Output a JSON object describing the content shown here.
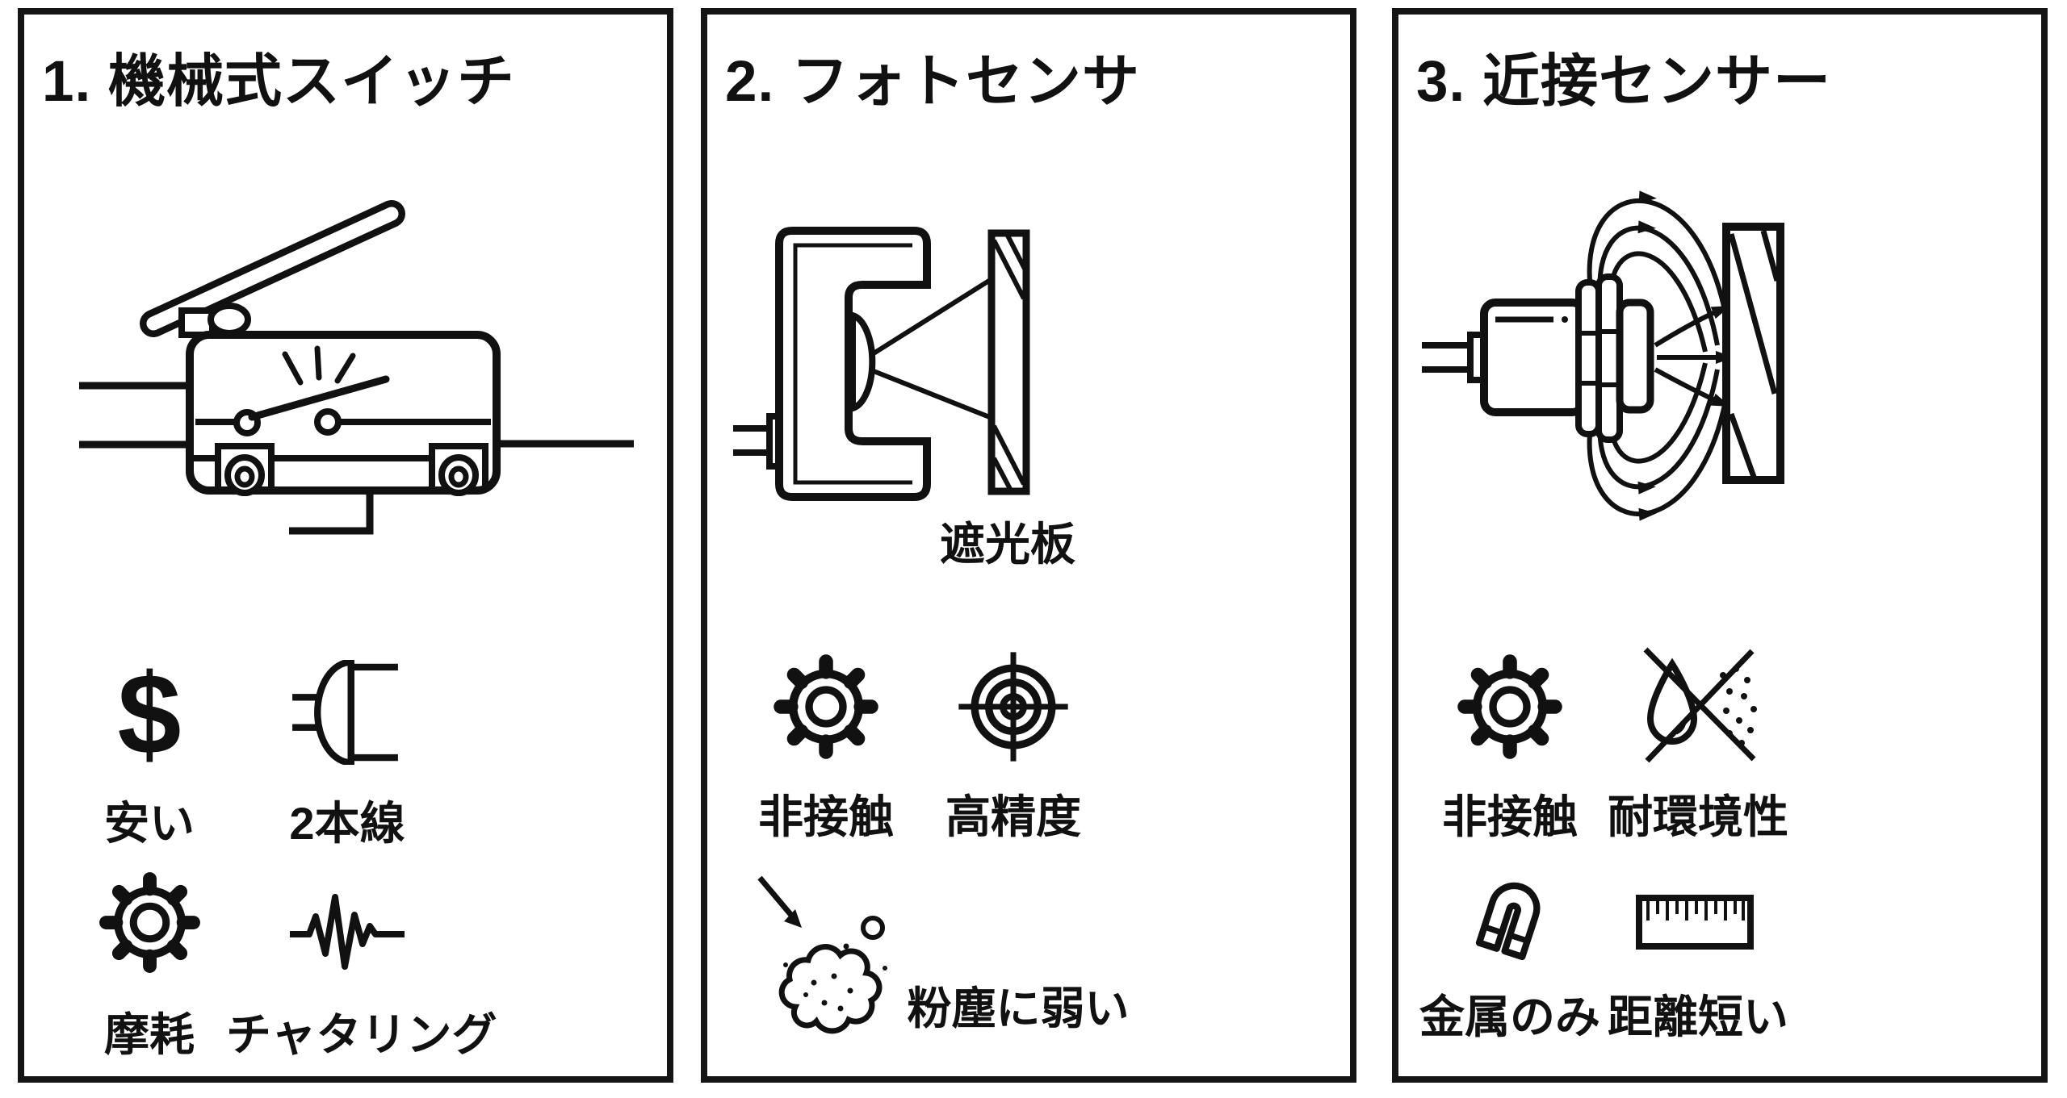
{
  "panels": [
    {
      "id": "1",
      "title": "1. 機械式スイッチ",
      "features": [
        {
          "icon": "dollar-sign",
          "glyph": "$",
          "label": "安い"
        },
        {
          "icon": "plug",
          "label": "2本線"
        },
        {
          "icon": "gear",
          "label": "摩耗"
        },
        {
          "icon": "noise-wave",
          "label": "チャタリング"
        }
      ]
    },
    {
      "id": "2",
      "title": "2. フォトセンサ",
      "illustration_label": "遮光板",
      "features": [
        {
          "icon": "gear",
          "label": "非接触"
        },
        {
          "icon": "target",
          "label": "高精度"
        },
        {
          "icon": "dust-cloud",
          "label": "粉塵に弱い"
        }
      ]
    },
    {
      "id": "3",
      "title": "3. 近接センサー",
      "features": [
        {
          "icon": "gear",
          "label": "非接触"
        },
        {
          "icon": "crossed-drop-dust",
          "label": "耐環境性"
        },
        {
          "icon": "magnet",
          "label": "金属のみ"
        },
        {
          "icon": "ruler",
          "label": "距離短い"
        }
      ]
    }
  ]
}
